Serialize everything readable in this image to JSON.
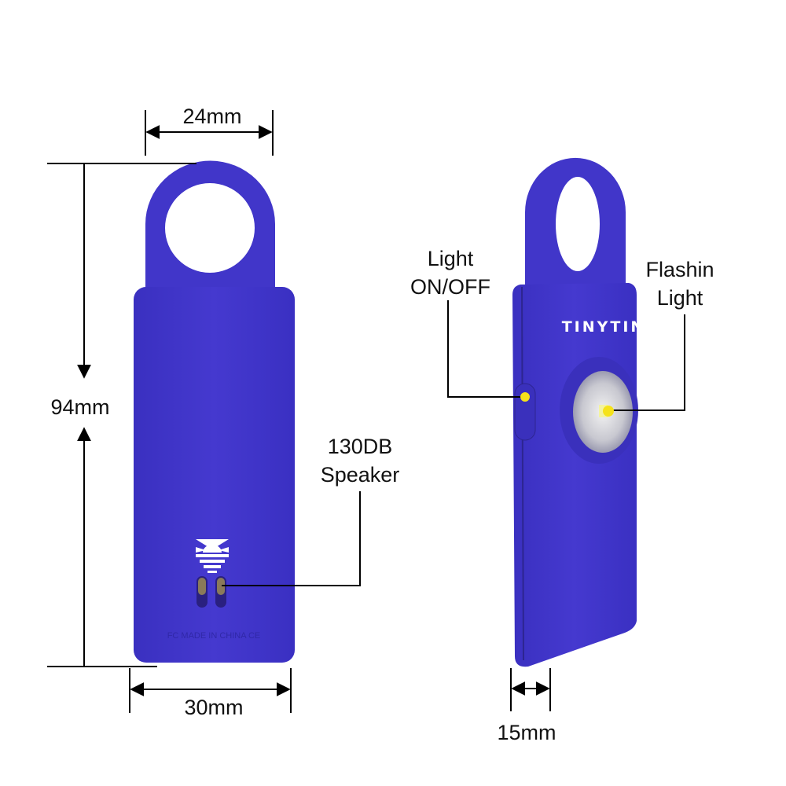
{
  "dimensions": {
    "width_top": "24mm",
    "height": "94mm",
    "width_body": "30mm",
    "thickness": "15mm"
  },
  "callouts": {
    "speaker": {
      "line1": "130DB",
      "line2": "Speaker"
    },
    "light_switch": {
      "line1": "Light",
      "line2": "ON/OFF"
    },
    "flash_light": {
      "line1": "Flashin",
      "line2": "Light"
    }
  },
  "device": {
    "brand": "TINYTIN",
    "back_marking": "FC MADE IN CHINA CE",
    "body_color": "#4136c9",
    "indicator_color": "#f5e21a"
  }
}
